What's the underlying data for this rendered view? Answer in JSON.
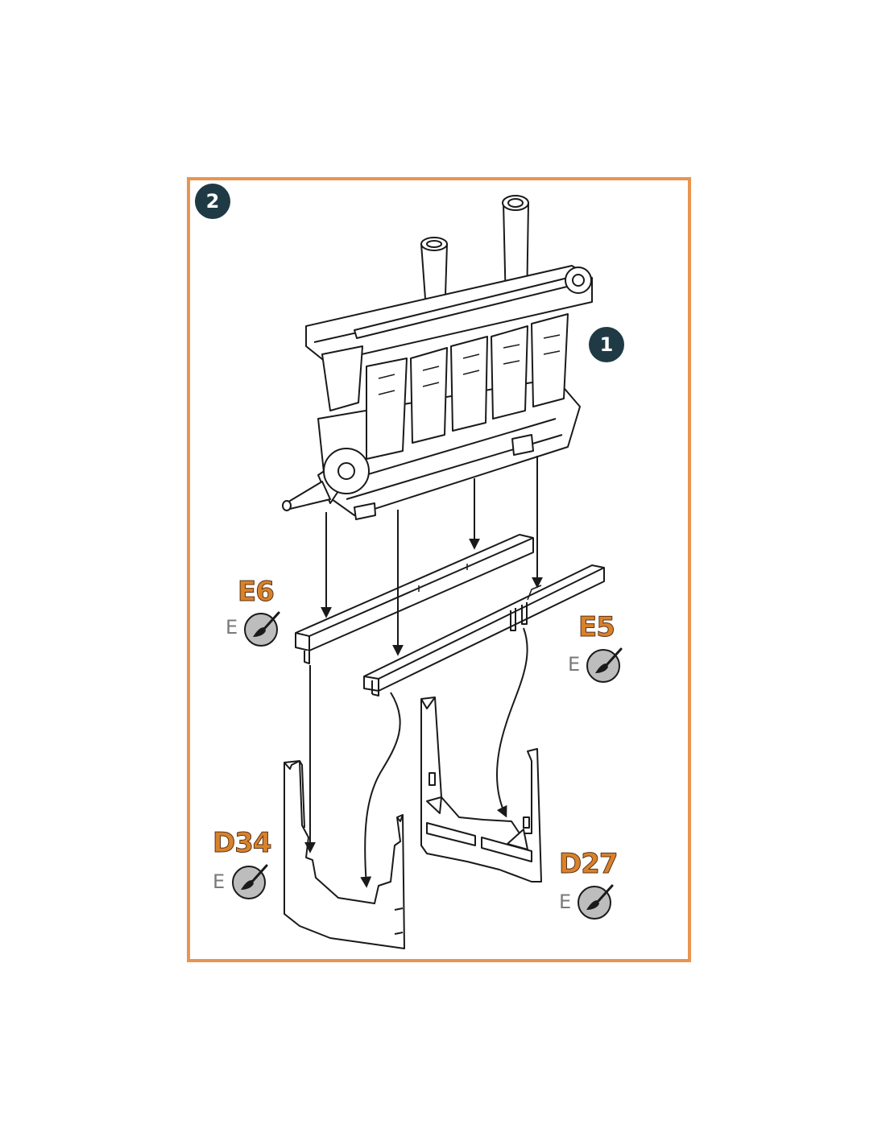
{
  "step_number": "2",
  "subassembly_ref": "1",
  "parts": [
    {
      "id": "E6",
      "finish": "E"
    },
    {
      "id": "E5",
      "finish": "E"
    },
    {
      "id": "D34",
      "finish": "E"
    },
    {
      "id": "D27",
      "finish": "E"
    }
  ],
  "colors": {
    "frame": "#e9944f",
    "badge": "#1f3a45",
    "part_label": "#d9822b",
    "line": "#1a1a1a",
    "paint_icon_fill": "#bdbdbd"
  },
  "icons": [
    "paintbrush-icon"
  ]
}
